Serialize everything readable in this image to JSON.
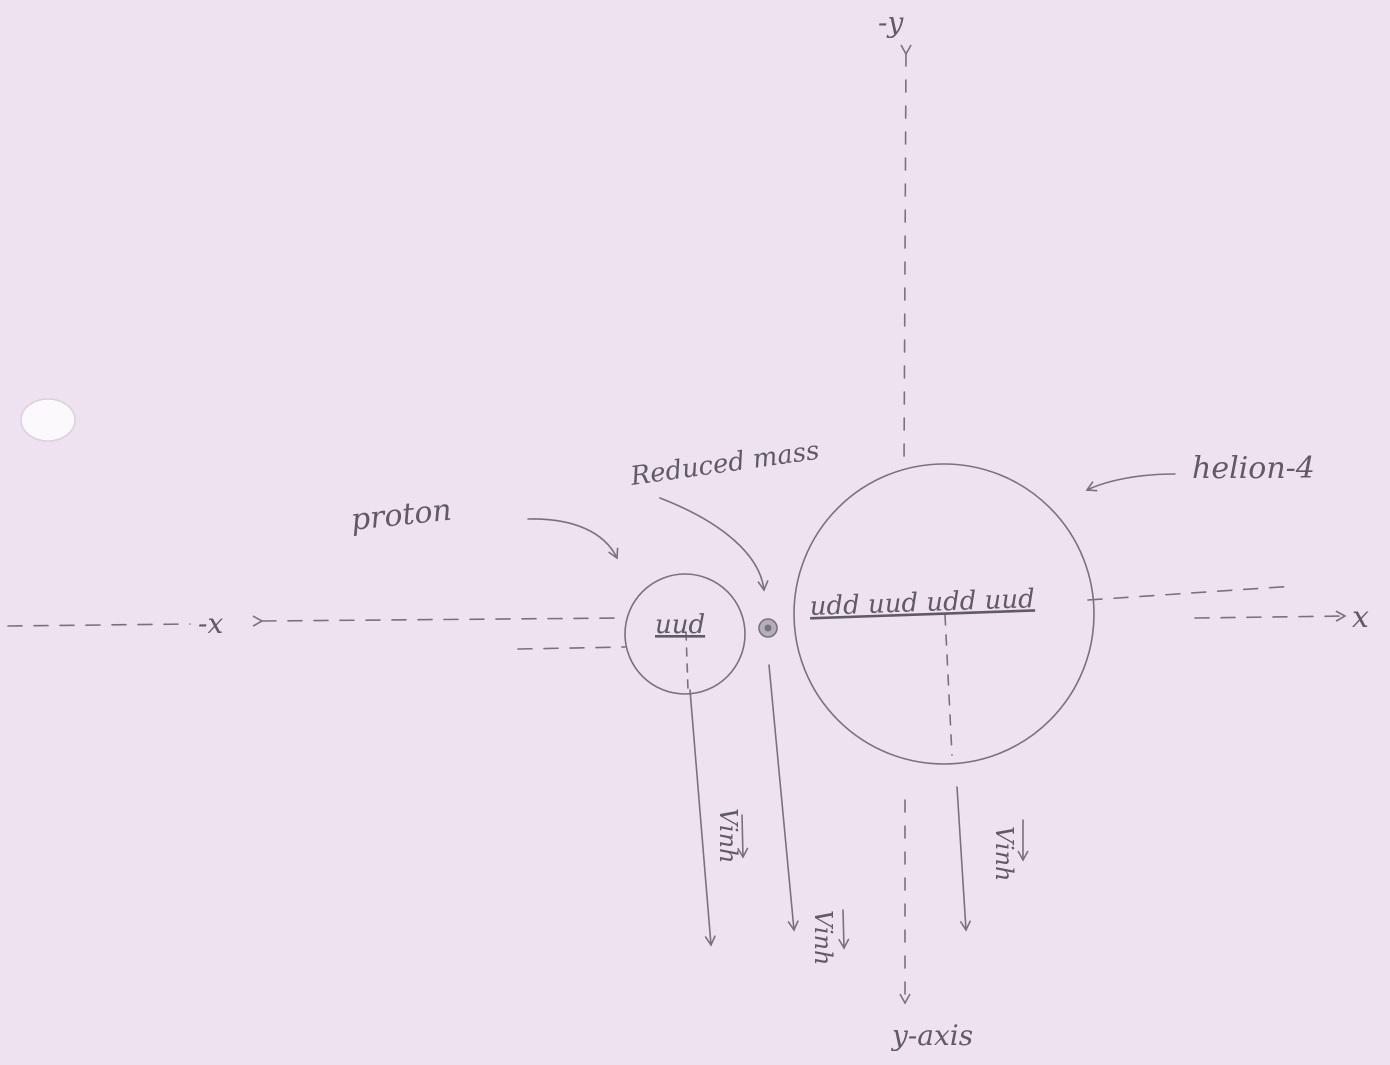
{
  "diagram": {
    "labels": {
      "neg_y": "-y",
      "neg_x": "-x",
      "pos_x": "x",
      "y_axis": "y-axis",
      "proton": "proton",
      "reduced_mass": "Reduced mass",
      "helion": "helion-4",
      "proton_quarks": "uud",
      "helion_quarks": "udd uud udd uud",
      "velocity_1": "Vinh",
      "velocity_2": "Vinh",
      "velocity_3": "Vinh"
    },
    "colors": {
      "paper": "#eee2f0",
      "ink": "#77727e",
      "text": "#5f5a66"
    },
    "icons": {
      "punch_hole": "punch-hole-icon"
    }
  }
}
